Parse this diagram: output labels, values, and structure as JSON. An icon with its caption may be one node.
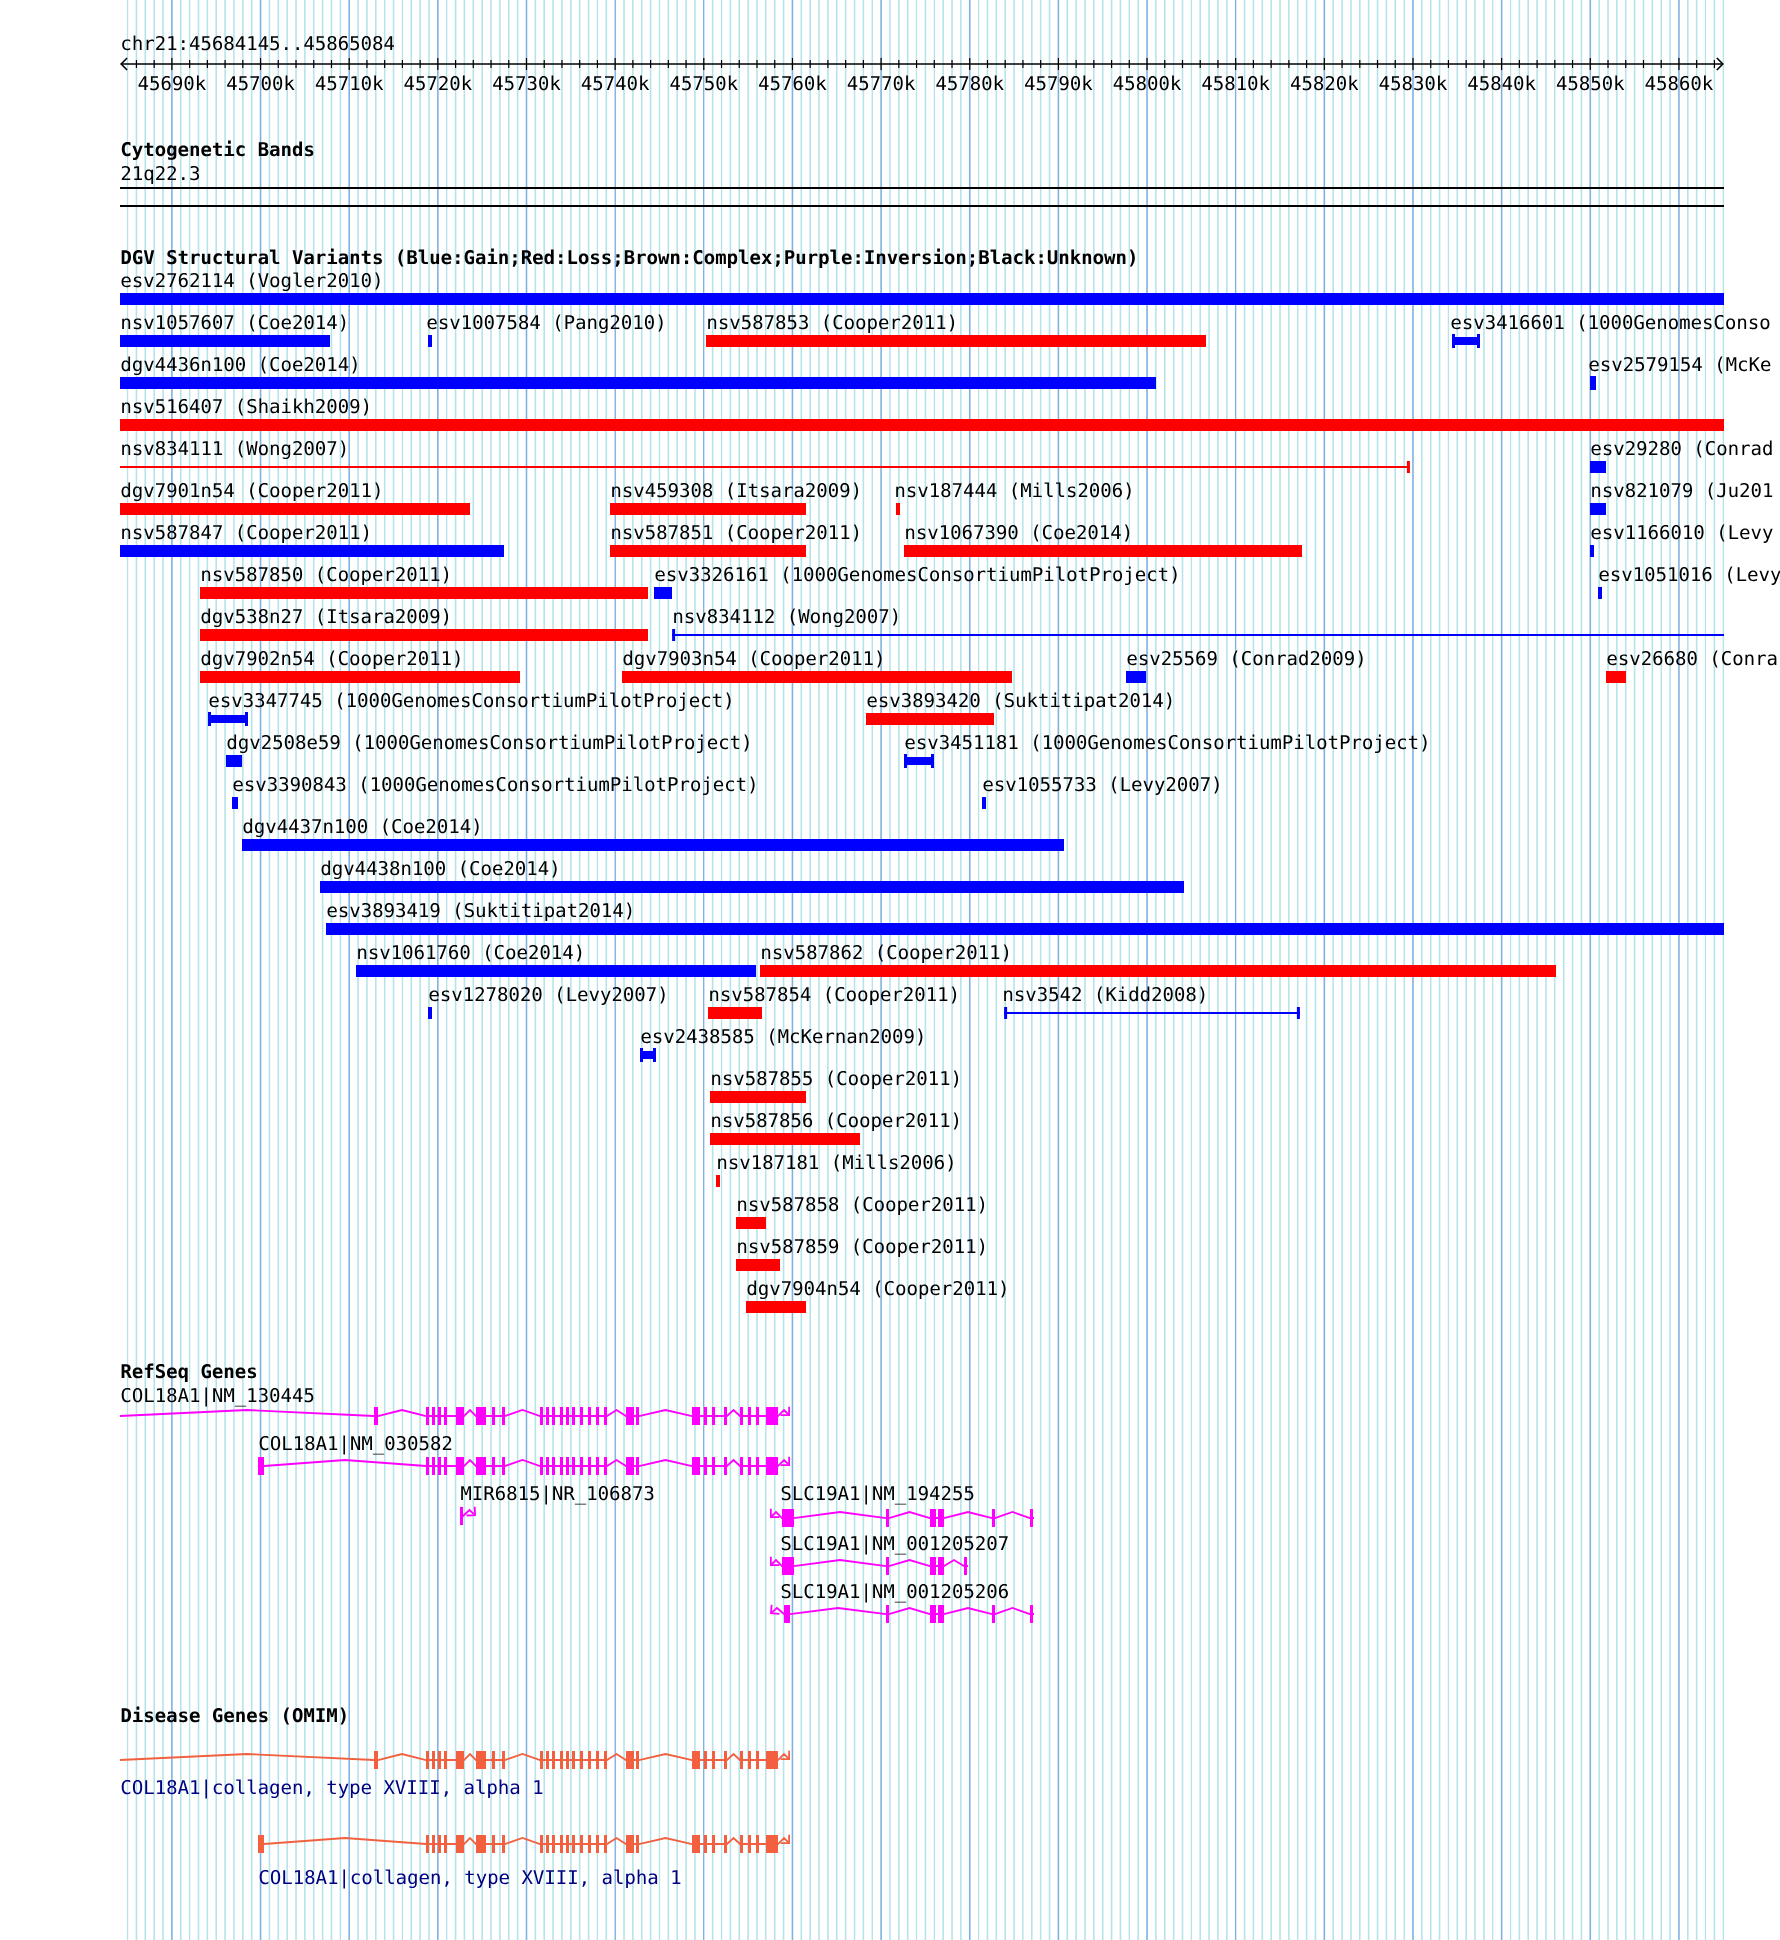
{
  "diagram": {
    "labels": [
      "chr21:45684145..45865084",
      "45690k",
      "45700k",
      "45710k",
      "45720k",
      "45730k",
      "45740k",
      "45750k",
      "45760k",
      "45770k",
      "45780k",
      "45790k",
      "45800k",
      "45810k",
      "45820k",
      "45830k",
      "45840k",
      "45850k",
      "45860k",
      "Cytogenetic Bands",
      "21q22.3",
      "DGV Structural Variants (Blue:Gain;Red:Loss;Brown:Complex;Purple:Inversion;Black:Unknown)",
      "esv2762114 (Vogler2010)",
      "nsv1057607 (Coe2014)",
      "esv1007584 (Pang2010)",
      "nsv587853 (Cooper2011)",
      "esv3416601 (1000GenomesConso",
      "dgv4436n100 (Coe2014)",
      "esv2579154 (McKe",
      "nsv516407 (Shaikh2009)",
      "nsv834111 (Wong2007)",
      "esv29280 (Conrad",
      "dgv7901n54 (Cooper2011)",
      "nsv459308 (Itsara2009)",
      "nsv187444 (Mills2006)",
      "nsv821079 (Ju201",
      "nsv587847 (Cooper2011)",
      "nsv587851 (Cooper2011)",
      "nsv1067390 (Coe2014)",
      "esv1166010 (Levy",
      "nsv587850 (Cooper2011)",
      "esv3326161 (1000GenomesConsortiumPilotProject)",
      "esv1051016 (Levy",
      "dgv538n27 (Itsara2009)",
      "nsv834112 (Wong2007)",
      "dgv7902n54 (Cooper2011)",
      "dgv7903n54 (Cooper2011)",
      "esv25569 (Conrad2009)",
      "esv26680 (Conra",
      "esv3347745 (1000GenomesConsortiumPilotProject)",
      "esv3893420 (Suktitipat2014)",
      "dgv2508e59 (1000GenomesConsortiumPilotProject)",
      "esv3451181 (1000GenomesConsortiumPilotProject)",
      "esv3390843 (1000GenomesConsortiumPilotProject)",
      "esv1055733 (Levy2007)",
      "dgv4437n100 (Coe2014)",
      "dgv4438n100 (Coe2014)",
      "esv3893419 (Suktitipat2014)",
      "nsv1061760 (Coe2014)",
      "nsv587862 (Cooper2011)",
      "esv1278020 (Levy2007)",
      "nsv587854 (Cooper2011)",
      "nsv3542 (Kidd2008)",
      "esv2438585 (McKernan2009)",
      "nsv587855 (Cooper2011)",
      "nsv587856 (Cooper2011)",
      "nsv187181 (Mills2006)",
      "nsv587858 (Cooper2011)",
      "nsv587859 (Cooper2011)",
      "dgv7904n54 (Cooper2011)",
      "RefSeq Genes",
      "COL18A1|NM_130445",
      "COL18A1|NM_030582",
      "MIR6815|NR_106873",
      "SLC19A1|NM_194255",
      "SLC19A1|NM_001205207",
      "SLC19A1|NM_001205206",
      "Disease Genes (OMIM)",
      "COL18A1|collagen, type XVIII, alpha 1",
      "COL18A1|collagen, type XVIII, alpha 1"
    ]
  }
}
